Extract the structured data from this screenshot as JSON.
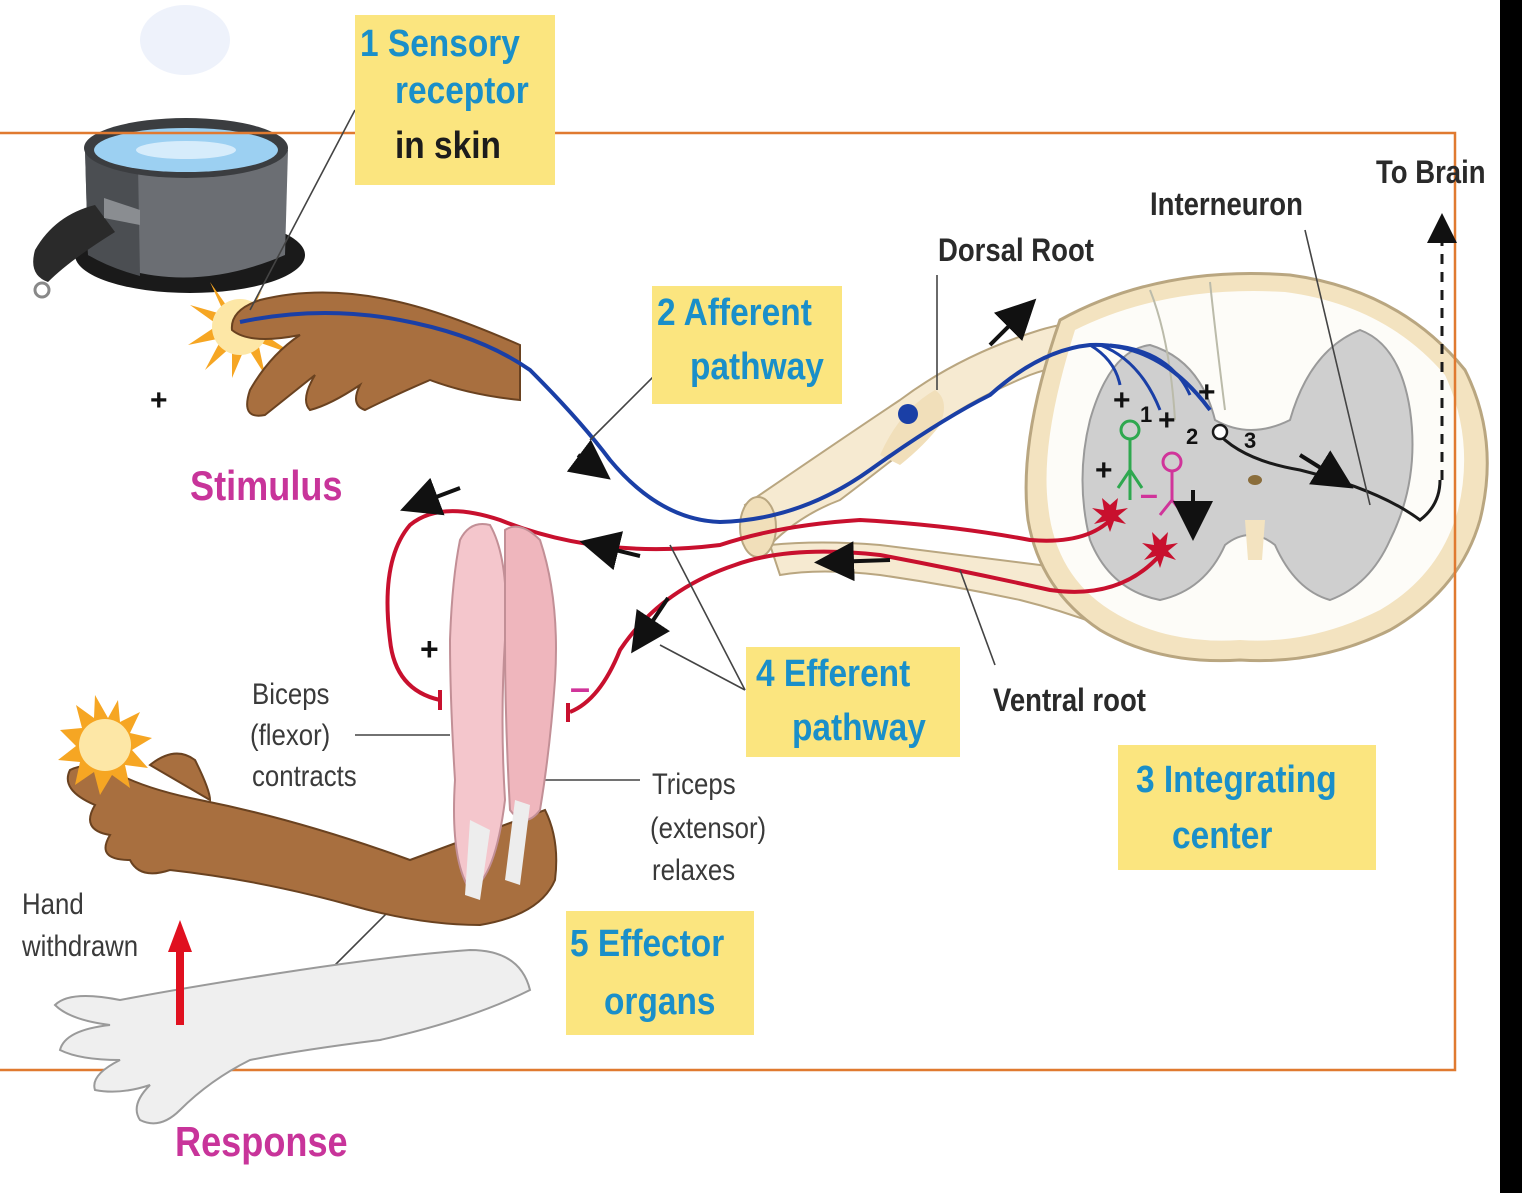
{
  "diagram": {
    "labels": {
      "sensory_receptor": [
        "1 Sensory",
        "receptor",
        "in skin"
      ],
      "afferent": [
        "2 Afferent",
        "pathway"
      ],
      "integrating": [
        "3 Integrating",
        "center"
      ],
      "efferent": [
        "4 Efferent",
        "pathway"
      ],
      "effector": [
        "5 Effector",
        "organs"
      ],
      "stimulus": "Stimulus",
      "response": "Response",
      "dorsal_root": "Dorsal Root",
      "ventral_root": "Ventral root",
      "interneuron": "Interneuron",
      "to_brain": "To Brain",
      "biceps": [
        "Biceps",
        "(flexor)",
        "contracts"
      ],
      "triceps": [
        "Triceps",
        "(extensor)",
        "relaxes"
      ],
      "hand_withdrawn": [
        "Hand",
        "withdrawn"
      ],
      "synapse_numbers": [
        "1",
        "2",
        "3"
      ],
      "plus": "+",
      "minus": "–"
    },
    "colors": {
      "label_box": "#fbe57f",
      "label_text": "#1a8fc9",
      "stimulus_text": "#c8349a",
      "afferent_nerve": "#1a3fa6",
      "efferent_nerve": "#c8102e",
      "highlight_frame": "#e07a30",
      "gray_matter": "#cfcfcf"
    }
  }
}
